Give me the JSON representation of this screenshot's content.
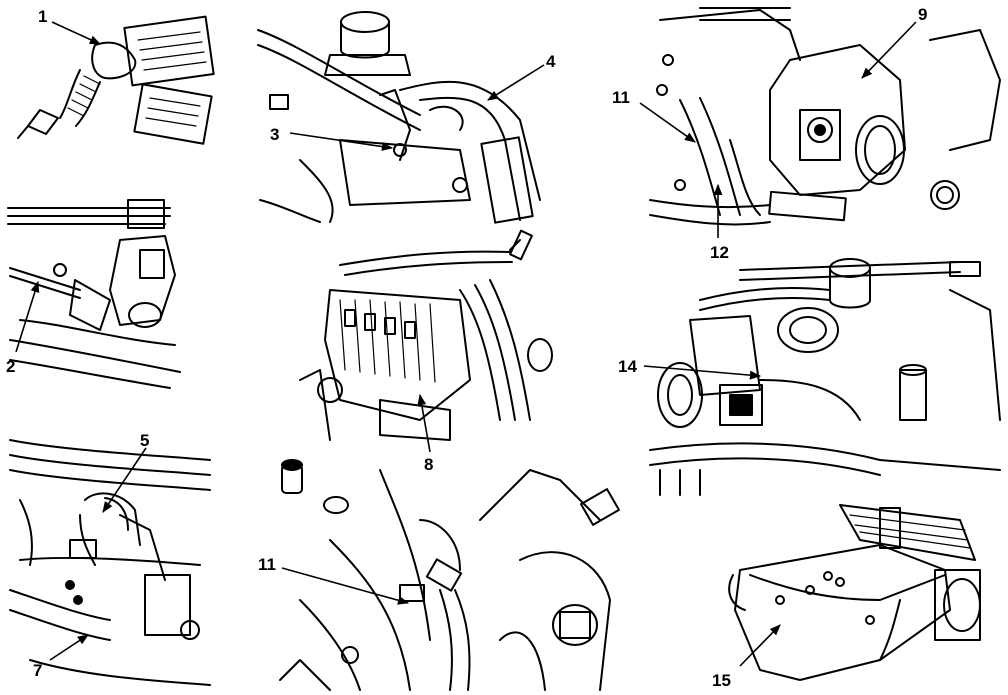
{
  "callouts": {
    "c1": "1",
    "c2": "2",
    "c3": "3",
    "c4": "4",
    "c5": "5",
    "c7": "7",
    "c8": "8",
    "c9": "9",
    "c11a": "11",
    "c11b": "11",
    "c12": "12",
    "c14": "14",
    "c15": "15"
  }
}
